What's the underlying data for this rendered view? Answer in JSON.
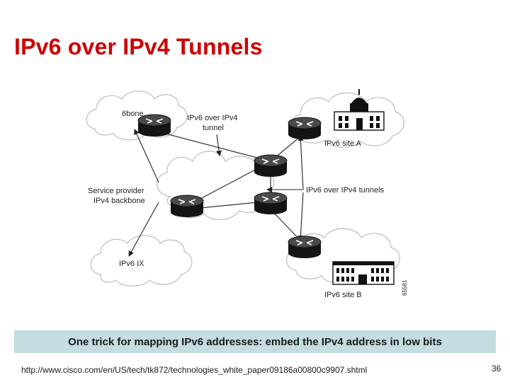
{
  "slide": {
    "title": "IPv6 over IPv4 Tunnels",
    "caption": "One trick for mapping IPv6 addresses: embed the IPv4 address in low bits",
    "source_url": "http://www.cisco.com/en/US/tech/tk872/technologies_white_paper09186a00800c9907.shtml",
    "page_number": "36"
  },
  "diagram": {
    "labels": {
      "sixbone": "6bone",
      "tunnel_line1": "IPv6 over IPv4",
      "tunnel_line2": "tunnel",
      "site_a": "IPv6 site A",
      "provider_line1": "Service provider",
      "provider_line2": "IPv4 backbone",
      "tunnels": "IPv6 over IPv4 tunnels",
      "ipv6_ix": "IPv6 IX",
      "site_b": "IPv6 site B",
      "figure_id": "65581"
    }
  }
}
